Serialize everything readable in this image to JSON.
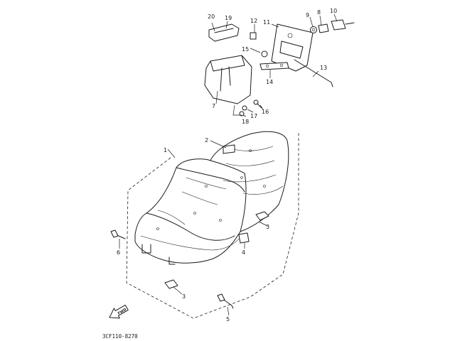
{
  "diagram": {
    "callouts": [
      {
        "id": "1",
        "text": "1"
      },
      {
        "id": "2",
        "text": "2"
      },
      {
        "id": "3a",
        "text": "3"
      },
      {
        "id": "3b",
        "text": "3"
      },
      {
        "id": "4",
        "text": "4"
      },
      {
        "id": "5",
        "text": "5"
      },
      {
        "id": "6",
        "text": "6"
      },
      {
        "id": "7",
        "text": "7"
      },
      {
        "id": "8",
        "text": "8"
      },
      {
        "id": "9",
        "text": "9"
      },
      {
        "id": "10",
        "text": "10"
      },
      {
        "id": "11",
        "text": "11"
      },
      {
        "id": "12",
        "text": "12"
      },
      {
        "id": "13",
        "text": "13"
      },
      {
        "id": "14",
        "text": "14"
      },
      {
        "id": "15",
        "text": "15"
      },
      {
        "id": "16",
        "text": "16"
      },
      {
        "id": "17",
        "text": "17"
      },
      {
        "id": "18",
        "text": "18"
      },
      {
        "id": "19",
        "text": "19"
      },
      {
        "id": "20",
        "text": "20"
      }
    ],
    "fwd_label": "FWD",
    "drawing_code": "3CF110-8270"
  }
}
